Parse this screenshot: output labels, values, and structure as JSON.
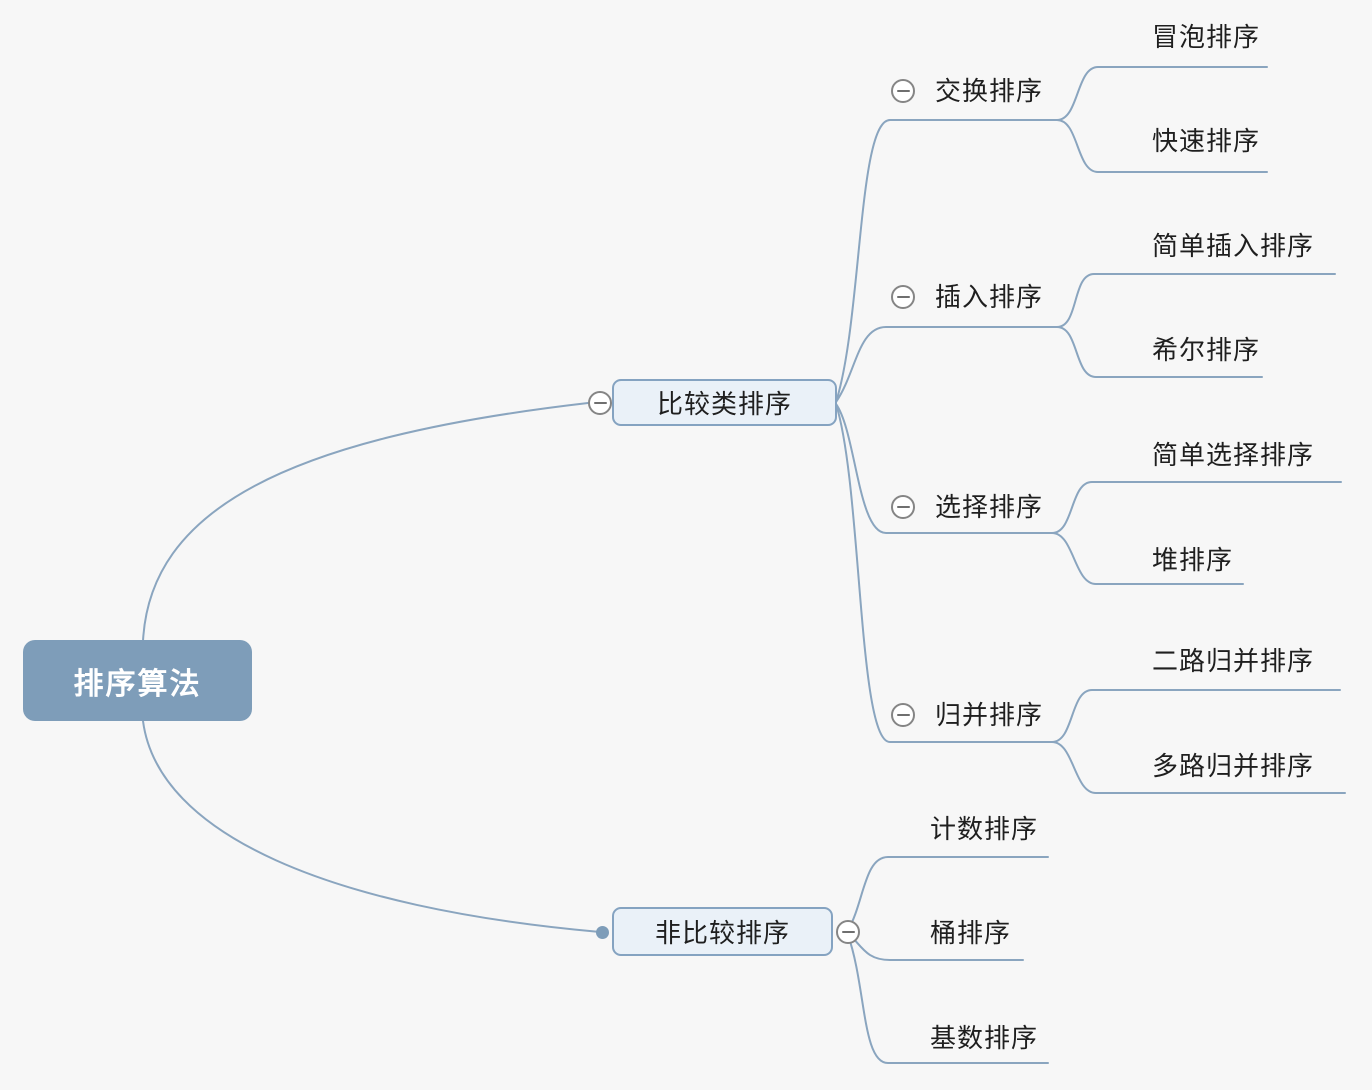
{
  "colors": {
    "background": "#f7f7f7",
    "root-fill": "#7e9db9",
    "root-text": "#ffffff",
    "branch-line": "#8aa5bf",
    "box-fill": "#eaf1f8",
    "box-border": "#85a3c1",
    "node-text": "#1f1f1f",
    "collapse-border": "#858585",
    "collapse-glyph": "#6f6f6f",
    "dot-fill": "#7e9db9"
  },
  "icons": {
    "collapse": "minus-circle",
    "connection_endpoint": "filled-dot"
  },
  "mindmap": {
    "root": {
      "label": "排序算法"
    },
    "branches": [
      {
        "label": "比较类排序",
        "children": [
          {
            "label": "交换排序",
            "children": [
              {
                "label": "冒泡排序"
              },
              {
                "label": "快速排序"
              }
            ]
          },
          {
            "label": "插入排序",
            "children": [
              {
                "label": "简单插入排序"
              },
              {
                "label": "希尔排序"
              }
            ]
          },
          {
            "label": "选择排序",
            "children": [
              {
                "label": "简单选择排序"
              },
              {
                "label": "堆排序"
              }
            ]
          },
          {
            "label": "归并排序",
            "children": [
              {
                "label": "二路归并排序"
              },
              {
                "label": "多路归并排序"
              }
            ]
          }
        ]
      },
      {
        "label": "非比较排序",
        "children": [
          {
            "label": "计数排序"
          },
          {
            "label": "桶排序"
          },
          {
            "label": "基数排序"
          }
        ]
      }
    ]
  }
}
